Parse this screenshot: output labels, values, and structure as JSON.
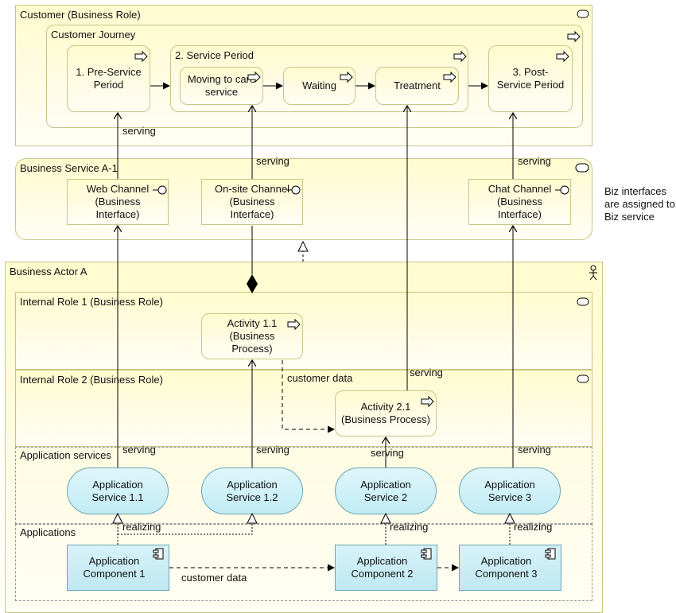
{
  "customer_role": {
    "title": "Customer (Business Role)"
  },
  "journey": {
    "title": "Customer Journey"
  },
  "pre_service": {
    "label": "1. Pre-Service Period"
  },
  "service_period": {
    "title": "2. Service Period"
  },
  "moving": {
    "label": "Moving to care service"
  },
  "waiting": {
    "label": "Waiting"
  },
  "treatment": {
    "label": "Treatment"
  },
  "post_service": {
    "label": "3. Post-Service Period"
  },
  "business_service": {
    "title": "Business Service A-1"
  },
  "web_channel": {
    "label": "Web Channel (Business Interface)"
  },
  "onsite_channel": {
    "label": "On-site Channel (Business Interface)"
  },
  "chat_channel": {
    "label": "Chat Channel (Business Interface)"
  },
  "note": {
    "text": "Biz interfaces are assigned to Biz service"
  },
  "actor": {
    "title": "Business Actor A"
  },
  "internal_role1": {
    "title": "Internal Role 1 (Business Role)"
  },
  "internal_role2": {
    "title": "Internal Role 2 (Business Role)"
  },
  "activity11": {
    "label": "Activity 1.1 (Business Process)"
  },
  "activity21": {
    "label": "Activity 2.1 (Business Process)"
  },
  "app_services_group": {
    "title": "Application services"
  },
  "applications_group": {
    "title": "Applications"
  },
  "app_service_11": {
    "label": "Application Service 1.1"
  },
  "app_service_12": {
    "label": "Application Service 1.2"
  },
  "app_service_2": {
    "label": "Application Service 2"
  },
  "app_service_3": {
    "label": "Application Service 3"
  },
  "app_component_1": {
    "label": "Application Component 1"
  },
  "app_component_2": {
    "label": "Application Component 2"
  },
  "app_component_3": {
    "label": "Application Component 3"
  },
  "relations": {
    "serving": "serving",
    "realizing": "realizing",
    "customer_data": "customer data"
  }
}
